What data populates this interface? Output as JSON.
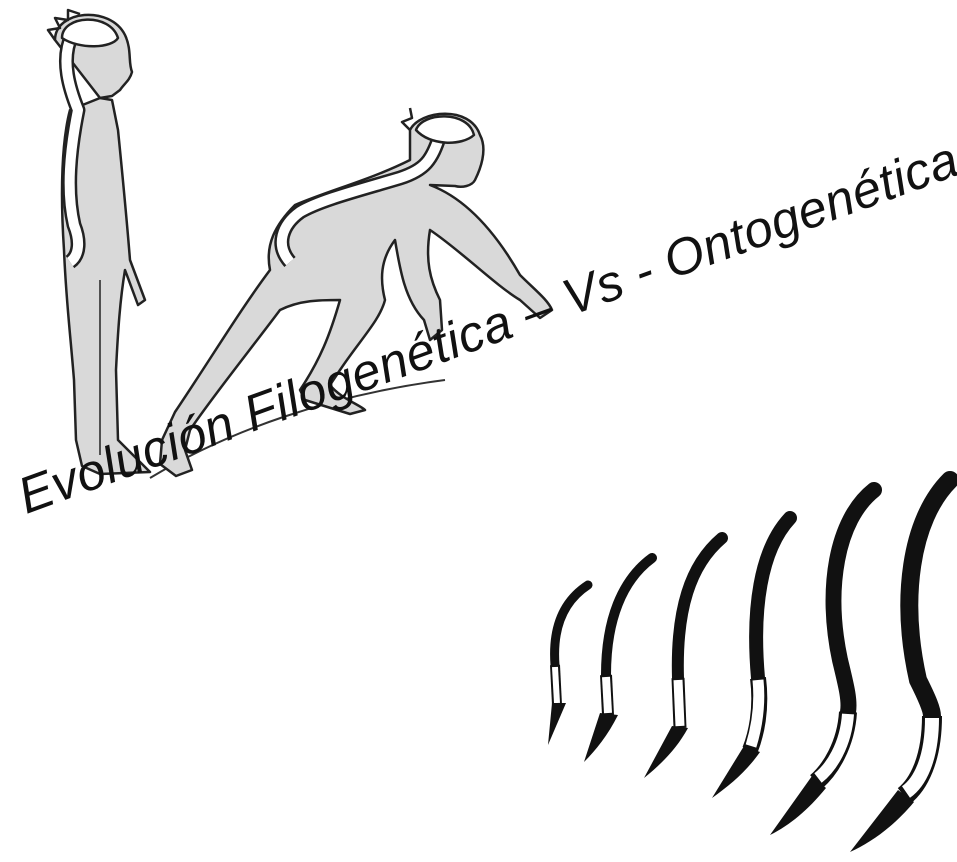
{
  "title": "Evolución Filogenética – Vs - Ontogenética",
  "colors": {
    "skin": "#d9d9d9",
    "outline": "#222222",
    "spine_fill": "#ffffff",
    "spine_dark": "#111111",
    "background": "#ffffff"
  },
  "figures": {
    "standing": "standing-figure",
    "crouching": "crouching-figure"
  },
  "spinal_curves": {
    "count": 6
  }
}
